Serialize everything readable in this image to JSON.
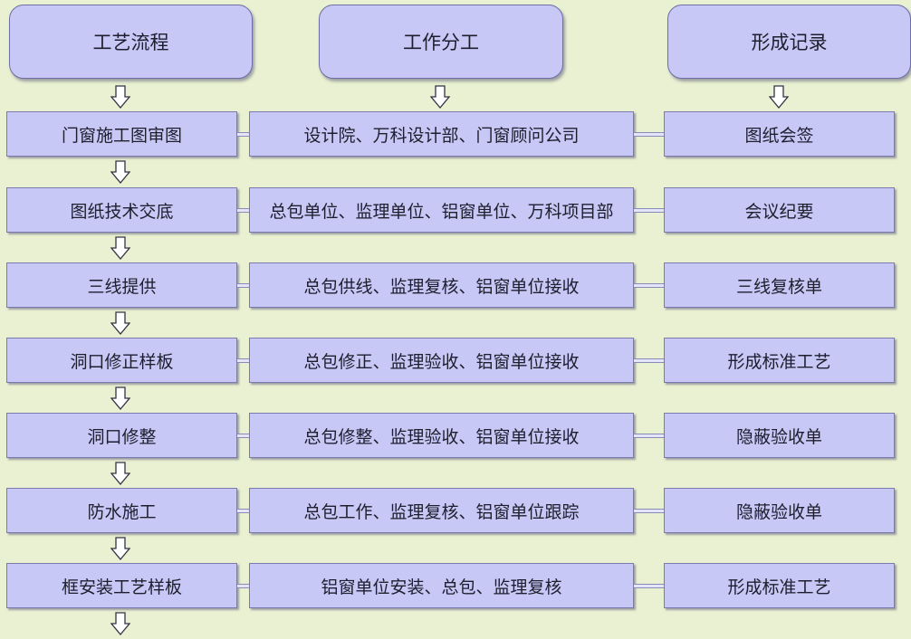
{
  "headers": [
    {
      "label": "工艺流程"
    },
    {
      "label": "工作分工"
    },
    {
      "label": "形成记录"
    }
  ],
  "rows": [
    {
      "step": "门窗施工图审图",
      "division": "设计院、万科设计部、门窗顾问公司",
      "record": "图纸会签"
    },
    {
      "step": "图纸技术交底",
      "division": "总包单位、监理单位、铝窗单位、万科项目部",
      "record": "会议纪要"
    },
    {
      "step": "三线提供",
      "division": "总包供线、监理复核、铝窗单位接收",
      "record": "三线复核单"
    },
    {
      "step": "洞口修正样板",
      "division": "总包修正、监理验收、铝窗单位接收",
      "record": "形成标准工艺"
    },
    {
      "step": "洞口修整",
      "division": "总包修整、监理验收、铝窗单位接收",
      "record": "隐蔽验收单"
    },
    {
      "step": "防水施工",
      "division": "总包工作、监理复核、铝窗单位跟踪",
      "record": "隐蔽验收单"
    },
    {
      "step": "框安装工艺样板",
      "division": "铝窗单位安装、总包、监理复核",
      "record": "形成标准工艺"
    }
  ]
}
